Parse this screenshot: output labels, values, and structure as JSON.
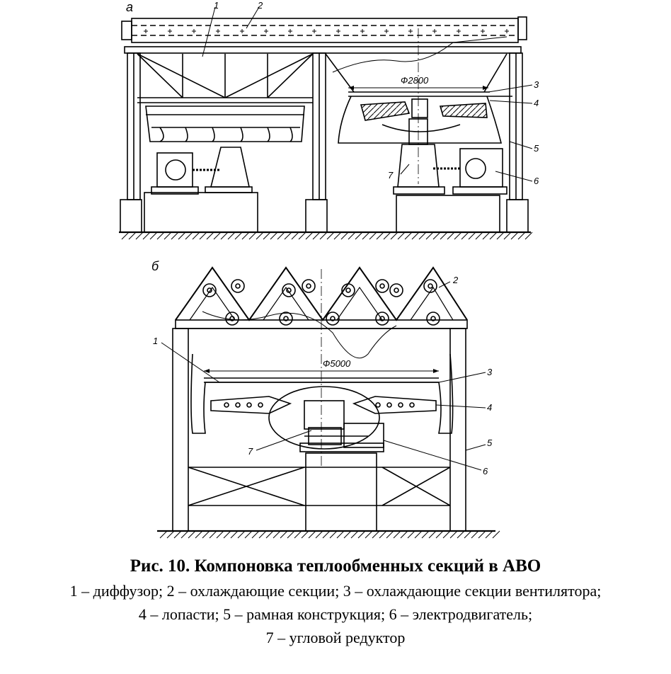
{
  "figure_a": {
    "label": "а",
    "dimension": "Ф2800",
    "callouts": [
      "1",
      "2",
      "3",
      "4",
      "5",
      "6",
      "7"
    ]
  },
  "figure_b": {
    "label": "б",
    "dimension": "Ф5000",
    "callouts": [
      "1",
      "2",
      "3",
      "4",
      "5",
      "6",
      "7"
    ]
  },
  "caption": {
    "title": "Рис. 10. Компоновка теплообменных секций в АВО",
    "legend_lines": [
      "1 – диффузор; 2 – охлаждающие секции; 3 – охлаждающие секции вентилятора;",
      "4 – лопасти; 5 – рамная конструкция; 6 – электродвигатель;",
      "7 – угловой редуктор"
    ]
  }
}
